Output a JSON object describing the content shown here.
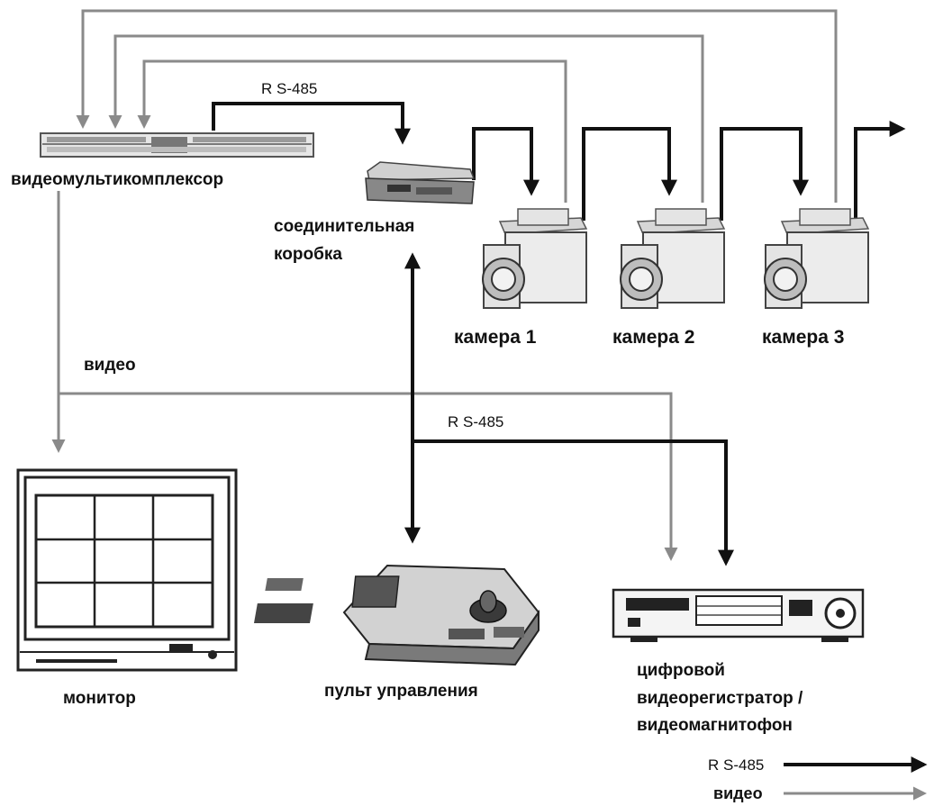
{
  "labels": {
    "multiplexer": "видеомультикомплексор",
    "junction_box_line1": "соединительная",
    "junction_box_line2": "коробка",
    "camera1": "камера 1",
    "camera2": "камера 2",
    "camera3": "камера 3",
    "video": "видео",
    "rs485_top": "R S-485",
    "rs485_mid": "R S-485",
    "monitor": "монитор",
    "control_panel": "пульт управления",
    "dvr_line1": "цифровой",
    "dvr_line2": "видеорегистратор /",
    "dvr_line3": "видеомагнитофон"
  },
  "legend": {
    "rs485_label": "R S-485",
    "video_label": "видео",
    "rs485_color": "#111111",
    "video_color": "#8a8a8a"
  },
  "colors": {
    "rs485_line": "#111111",
    "video_line": "#8a8a8a"
  },
  "icons": [
    "multiplexer-icon",
    "junction-box-icon",
    "camera-icon",
    "monitor-icon",
    "control-panel-icon",
    "dvr-icon"
  ]
}
